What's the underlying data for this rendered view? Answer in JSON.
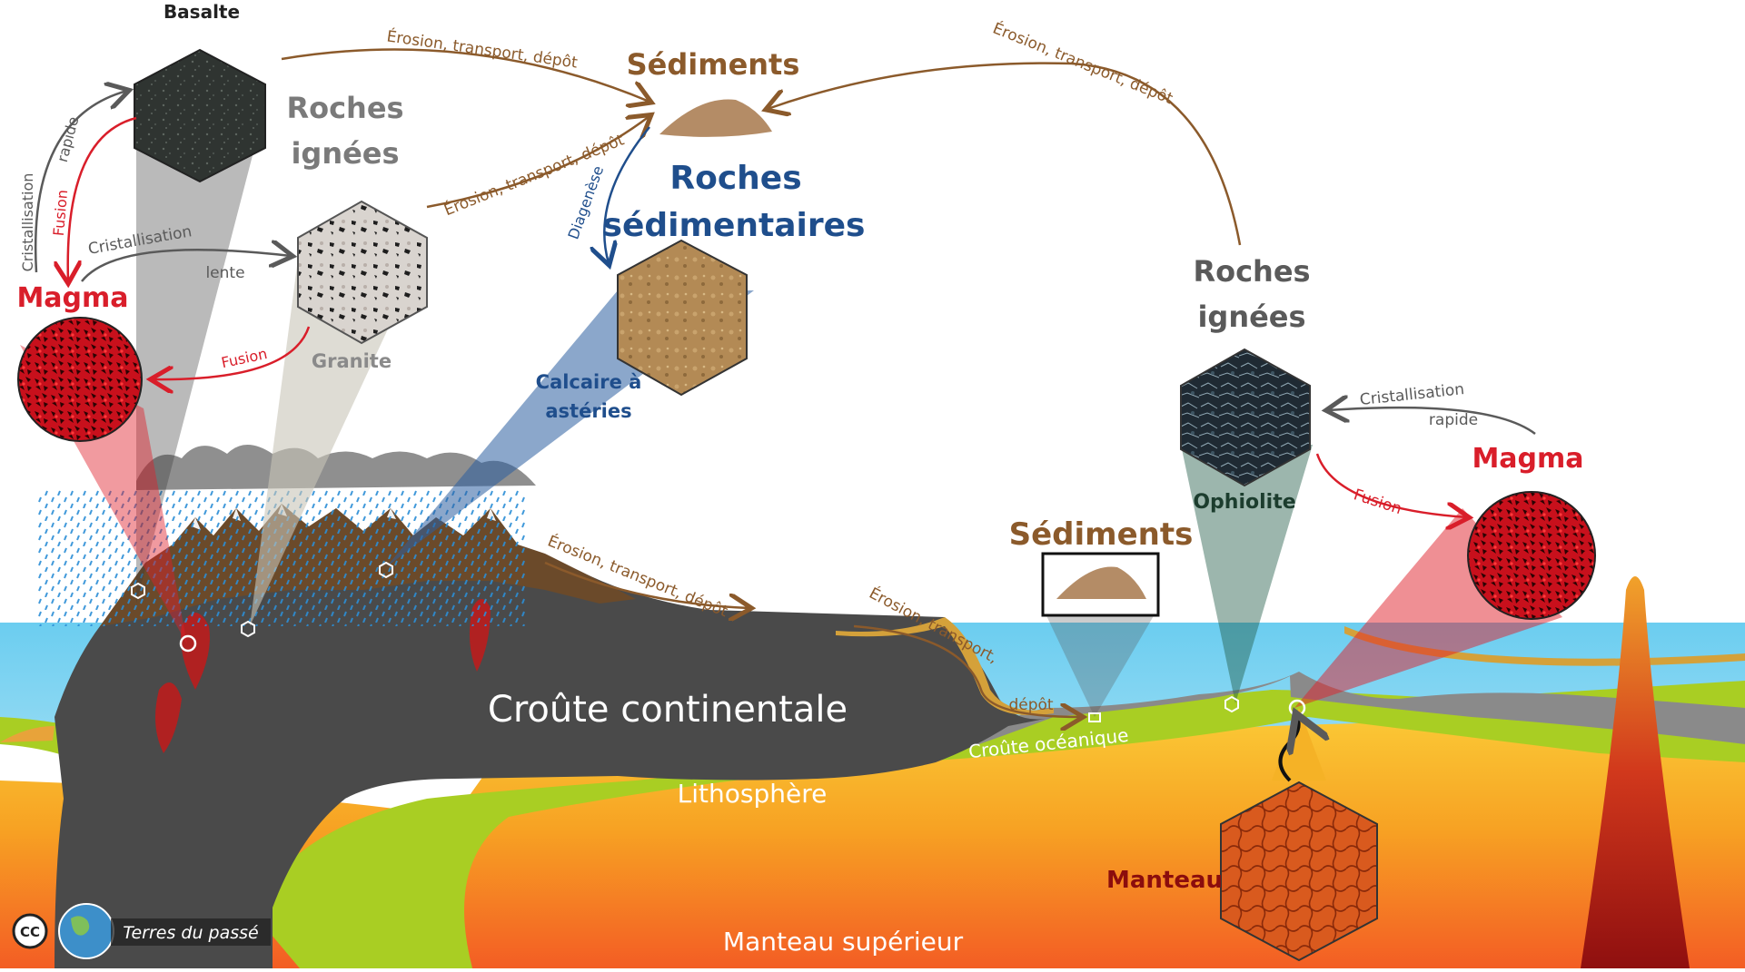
{
  "labels": {
    "basalte": "Basalte",
    "roches_ignees_left_1": "Roches",
    "roches_ignees_left_2": "ignées",
    "sediments_top": "Sédiments",
    "roches_sed_1": "Roches",
    "roches_sed_2": "sédimentaires",
    "calcaire_1": "Calcaire à",
    "calcaire_2": "astéries",
    "granite": "Granite",
    "magma_left": "Magma",
    "magma_right": "Magma",
    "roches_ignees_right_1": "Roches",
    "roches_ignees_right_2": "ignées",
    "ophiolite": "Ophiolite",
    "sediments_ocean": "Sédiments",
    "manteau": "Manteau",
    "croute_continentale": "Croûte continentale",
    "croute_oceanique": "Croûte océanique",
    "lithosphere": "Lithosphère",
    "manteau_superieur": "Manteau supérieur",
    "credit": "Terres du passé",
    "cc": "CC"
  },
  "arrows": {
    "erosion_1": "Érosion, transport, dépôt",
    "erosion_2": "Érosion, transport, dépôt",
    "erosion_3": "Érosion, transport, dépôt",
    "erosion_4": "Érosion, transport, dépôt",
    "erosion_5a": "Érosion, transport,",
    "erosion_5b": "dépôt",
    "diagenese": "Diagenèse",
    "cristallisation_left": "Cristallisation",
    "rapide_left": "rapide",
    "fusion_left": "Fusion",
    "cristallisation_lente": "Cristallisation",
    "lente": "lente",
    "fusion_granite": "Fusion",
    "cristallisation_right": "Cristallisation",
    "rapide_right": "rapide",
    "fusion_right": "Fusion"
  },
  "colors": {
    "brown": "#8b5a2b",
    "red": "#d91e2a",
    "blue": "#1f4e8c",
    "grey": "#666666",
    "sea": "#62c6ec",
    "crust": "#4a4a4a",
    "litho": "#a8cc22",
    "mantle": "#f6a623"
  }
}
